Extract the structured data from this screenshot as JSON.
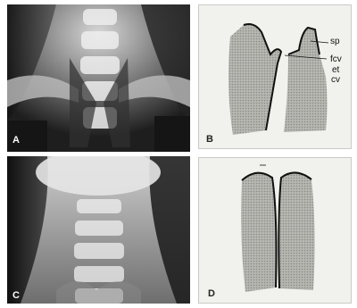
{
  "panels": {
    "a": {
      "letter": "A"
    },
    "b": {
      "letter": "B",
      "labels": {
        "sp": "sp",
        "fcv": "fcv",
        "et": "et",
        "cv": "cv"
      }
    },
    "c": {
      "letter": "C"
    },
    "d": {
      "letter": "D"
    }
  }
}
